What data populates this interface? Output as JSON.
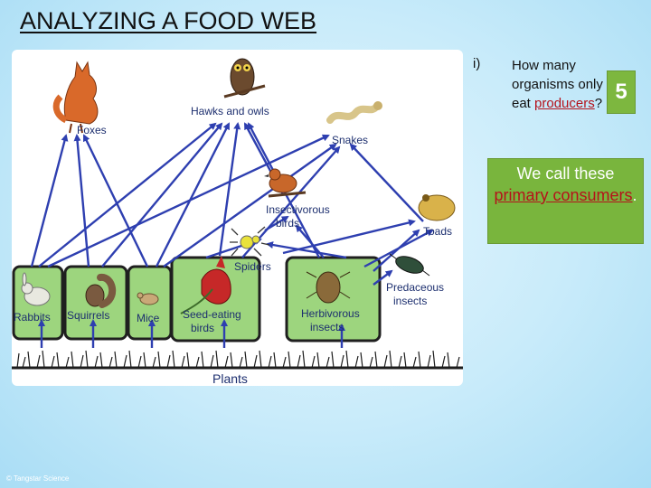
{
  "title": "ANALYZING A FOOD WEB",
  "diagram": {
    "labels": {
      "foxes": "Foxes",
      "hawks": "Hawks and owls",
      "snakes": "Snakes",
      "insectivorous": "Insectivorous",
      "birds": "birds",
      "toads": "Toads",
      "spiders": "Spiders",
      "predaceous": "Predaceous",
      "insects": "insects",
      "rabbits": "Rabbits",
      "squirrels": "Squirrels",
      "mice": "Mice",
      "seed_eating": "Seed-eating",
      "seed_birds": "birds",
      "herbivorous": "Herbivorous",
      "herb_insects": "insects",
      "plants": "Plants"
    },
    "colors": {
      "arrow": "#2e3fb0",
      "highlight": "#9dd57e",
      "highlight_border": "#1f1f1f"
    }
  },
  "question": {
    "number": "i)",
    "text": "How many organisms only eat",
    "highlight": "producers",
    "suffix": "?",
    "answer": "5"
  },
  "note": {
    "line1": "We call these",
    "highlight": "primary consumers",
    "suffix": "."
  },
  "footer": "© Tangstar Science"
}
